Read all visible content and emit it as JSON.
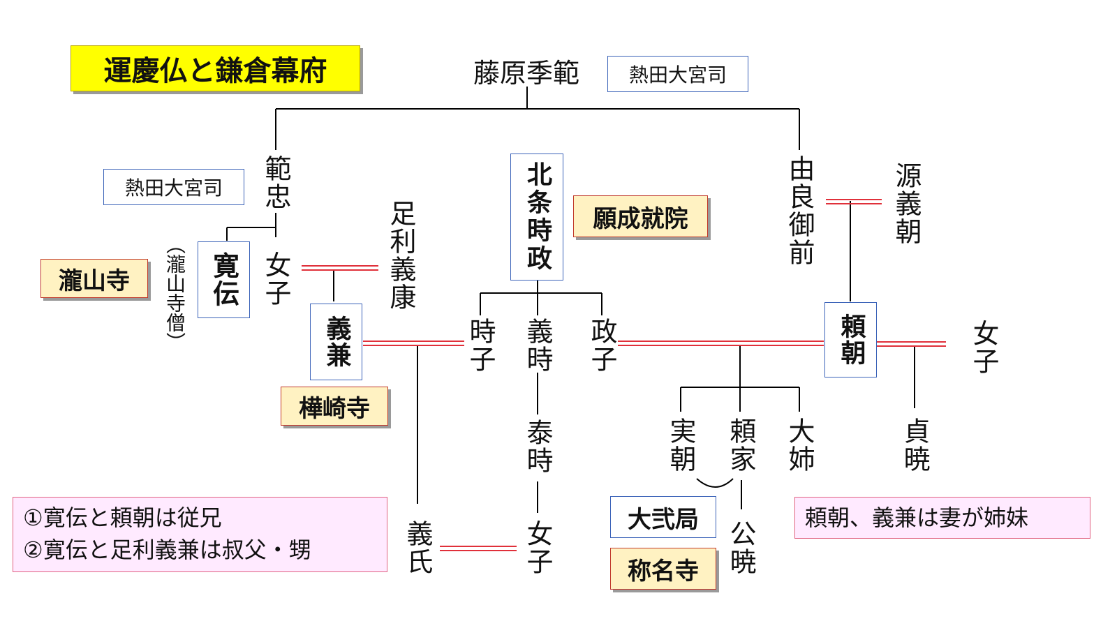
{
  "title": "運慶仏と鎌倉幕府",
  "people": {
    "fujiwara_suenori": "藤原季範",
    "norishige": "範忠",
    "yura_gozen": "由良御前",
    "minamoto_yoshitomo": "源義朝",
    "nyoshi_a": "女子",
    "ashikaga_yoshiyasu": "足利義康",
    "kanden": "寛伝",
    "kanden_note": "（瀧山寺僧）",
    "hojo_tokimasa": "北条時政",
    "yoshikane": "義兼",
    "tokiko": "時子",
    "yoshitoki": "義時",
    "masako": "政子",
    "yoritomo": "頼朝",
    "nyoshi_b": "女子",
    "yasutoki": "泰時",
    "sanetomo": "実朝",
    "yoriie": "頼家",
    "ohime": "大姉",
    "teigyo": "貞暁",
    "yoshiuji": "義氏",
    "nyoshi_c": "女子",
    "kugyo": "公暁"
  },
  "offices": {
    "atsuta_top": "熱田大宮司",
    "atsuta_left": "熱田大宮司",
    "daini": "大弐局"
  },
  "temples": {
    "ganjojuin": "願成就院",
    "takisanji": "瀧山寺",
    "banasakiji": "樺崎寺",
    "shomyoji": "称名寺"
  },
  "notes": {
    "left_line1": "①寛伝と頼朝は従兄",
    "left_line2": "②寛伝と足利義兼は叔父・甥",
    "right": "頼朝、義兼は妻が姉妹"
  },
  "colors": {
    "marriage_line": "#e0303a",
    "lineage_line": "#000000",
    "title_fill": "#ffff00",
    "temple_fill": "#fff2c2",
    "temple_border": "#c0392b",
    "office_border": "#3a62b8",
    "note_fill": "#ffeaff"
  }
}
